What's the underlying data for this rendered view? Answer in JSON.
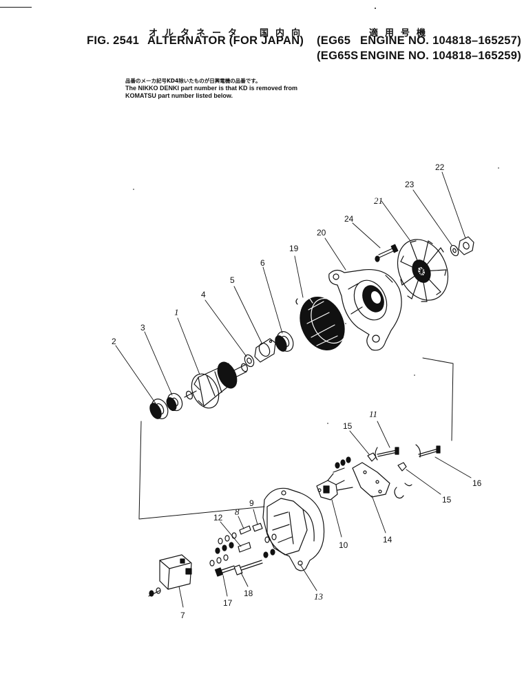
{
  "header": {
    "jp_line": "オルタネータ　国内向",
    "jp_right": "適用号機",
    "fig_label": "FIG. 2541",
    "title": "ALTERNATOR (FOR JAPAN)",
    "engine1_model": "(EG65",
    "engine1_text": "ENGINE NO. 104818–165257)",
    "engine2_model": "(EG65S",
    "engine2_text": "ENGINE NO. 104818–165259)"
  },
  "note": {
    "jp": "品番のメーカ記号KD4除いたものが日興電機の品番です。",
    "en_line1": "The NIKKO DENKI part number is that KD is removed from",
    "en_line2": "KOMATSU part number listed below."
  },
  "callouts": {
    "c1": "1",
    "c2": "2",
    "c3": "3",
    "c4": "4",
    "c5": "5",
    "c6": "6",
    "c7": "7",
    "c8": "8",
    "c9": "9",
    "c10": "10",
    "c11": "11",
    "c12": "12",
    "c13": "13",
    "c14": "14",
    "c15a": "15",
    "c15b": "15",
    "c16": "16",
    "c17": "17",
    "c18": "18",
    "c19": "19",
    "c20": "20",
    "c21": "21",
    "c22": "22",
    "c23": "23",
    "c24": "24"
  }
}
